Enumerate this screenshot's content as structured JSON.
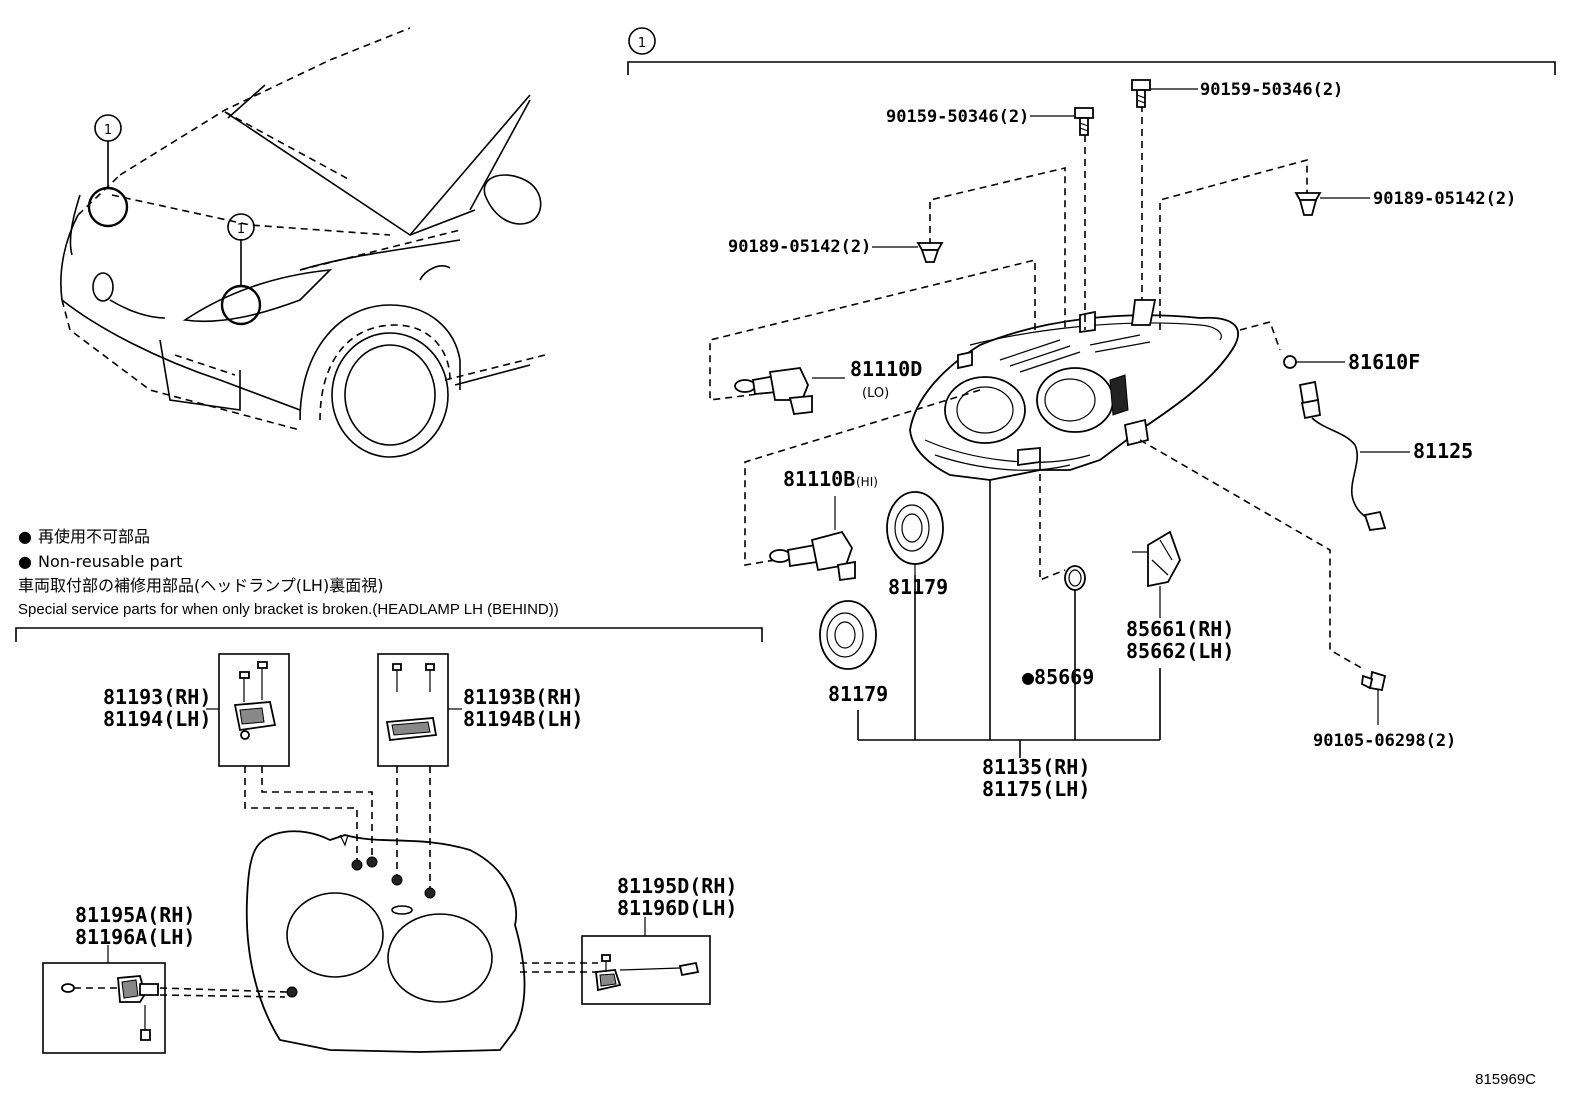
{
  "callout_number": "1",
  "legend": {
    "bullet": "●",
    "nonreusable_jp": "再使用不可部品",
    "nonreusable_en": "Non-reusable part"
  },
  "bracket_note": {
    "jp": "車両取付部の補修用部品(ヘッドランプ(LH)裏面視)",
    "en": "Special service parts for when only bracket is broken.(HEADLAMP LH (BEHIND))"
  },
  "parts": {
    "screw_a_left": "90159-50346(2)",
    "screw_a_right": "90159-50346(2)",
    "clip_left": "90189-05142(2)",
    "clip_right": "90189-05142(2)",
    "bulb_lo": "81110D",
    "bulb_lo_sub": "(LO)",
    "bulb_hi": "81110B",
    "bulb_hi_sub": "(HI)",
    "bulb_small": "81610F",
    "socket": "81125",
    "cap_upper": "81179",
    "cap_lower": "81179",
    "oring": "85669",
    "actuator_rh": "85661(RH)",
    "actuator_lh": "85662(LH)",
    "screw_b": "90105-06298(2)",
    "lamp_rh": "81135(RH)",
    "lamp_lh": "81175(LH)",
    "bracket1_rh": "81193(RH)",
    "bracket1_lh": "81194(LH)",
    "bracket2_rh": "81193B(RH)",
    "bracket2_lh": "81194B(LH)",
    "bracket3_rh": "81195A(RH)",
    "bracket3_lh": "81196A(LH)",
    "bracket4_rh": "81195D(RH)",
    "bracket4_lh": "81196D(LH)"
  },
  "diagram_ref": "815969C"
}
